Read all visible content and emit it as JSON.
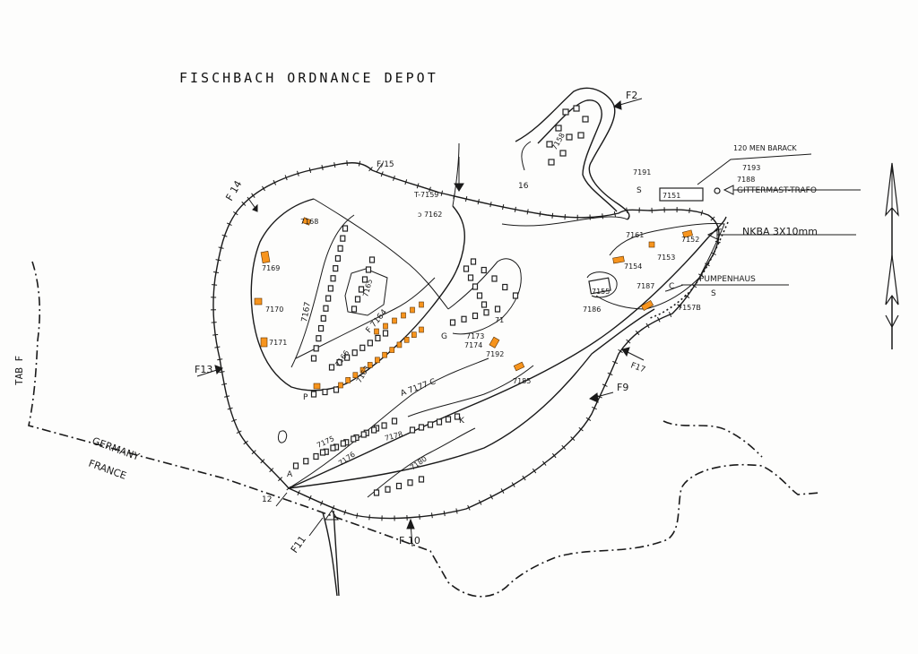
{
  "title": "FISCHBACH ORDNANCE DEPOT",
  "side_label": "TAB F",
  "border": {
    "left": "GERMANY",
    "right": "FRANCE"
  },
  "callouts": {
    "barrack": "120 MEN BARACK",
    "gittermast": "GITTERMAST-TRAFO",
    "nkba": "NKBA 3X10mm",
    "pumpenhaus": "PUMPENHAUS"
  },
  "fire_points": {
    "f14": "F 14",
    "f15": "F/15",
    "f2": "F2",
    "f13": "F13",
    "f17": "F17",
    "f9": "F9",
    "f10": "F 10",
    "f11": "F11",
    "p12": "12",
    "p16": "16"
  },
  "building_labels": {
    "b7159_7162": [
      "T-7159",
      "ↄ 7162"
    ],
    "b7168": "7168",
    "b7169": "7169",
    "b7170": "7170",
    "b7171": "7171",
    "b7167": "7167",
    "b7165": "7165",
    "b7164": "F 7164",
    "b7166": "7166",
    "b7163": "7163",
    "b7158": "7158",
    "b7191": "7191",
    "b7151": "7151",
    "b7193": "7193",
    "b7188": "7188",
    "b7161": "7161",
    "b7152": "7152",
    "b7154": "7154",
    "b7153": "7153",
    "b7155": "7155",
    "b7187": "7187",
    "b7186": "7186",
    "b7157": "7157B",
    "b7177": "A 7177 C",
    "b7185": "7185",
    "b7173": "7173",
    "b7174": "7174",
    "b7192": "7192",
    "b7175": "7175",
    "b7176": "7176",
    "b7178": "7178",
    "b7180": "7180",
    "b71": "71",
    "g": "G",
    "a": "A",
    "s1": "S",
    "s2": "S",
    "c": "C",
    "p": "P",
    "k": "K"
  },
  "colors": {
    "ink": "#1a1a1a",
    "building_fill": "#f7941d",
    "paper": "#fdfdfc"
  },
  "icons": {
    "north_arrow": "north-arrow-icon"
  }
}
